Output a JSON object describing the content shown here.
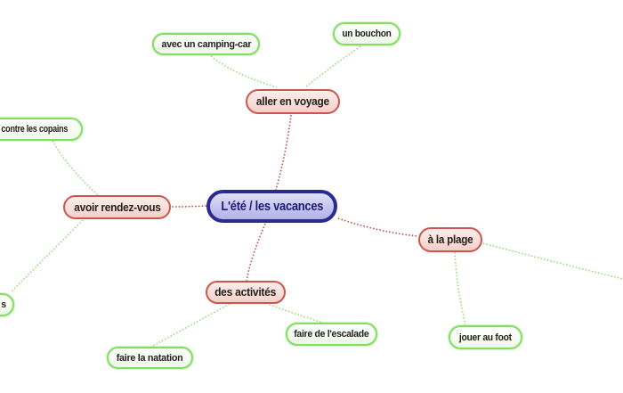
{
  "diagram": {
    "type": "mindmap",
    "background": "#ffffff",
    "palette": {
      "root_border": "#2b2b8d",
      "root_fill": "#c9c9f0",
      "root_text": "#1d1d78",
      "branch_border": "#c9574e",
      "branch_fill": "#f9ded9",
      "leaf_border": "#83dd65",
      "leaf_fill": "#f6fcf2",
      "node_text": "#23201d",
      "edge_red": "#bc4b43",
      "edge_green": "#94db74"
    },
    "nodes": {
      "center": {
        "label": "L'été / les vacances"
      },
      "voyage": {
        "label": "aller en voyage"
      },
      "camping": {
        "label": "avec un camping-car"
      },
      "bouchon": {
        "label": "un bouchon"
      },
      "rendezvous": {
        "label": "avoir rendez-vous"
      },
      "copains": {
        "label": "contre les copains"
      },
      "partial": {
        "label": "s"
      },
      "activites": {
        "label": "des activités"
      },
      "natation": {
        "label": "faire la natation"
      },
      "escalade": {
        "label": "faire de l'escalade"
      },
      "plage": {
        "label": "à la plage"
      },
      "foot": {
        "label": "jouer au foot"
      }
    },
    "edges": [
      {
        "from": "center",
        "to": "aller en voyage",
        "color": "red"
      },
      {
        "from": "center",
        "to": "avoir rendez-vous",
        "color": "red"
      },
      {
        "from": "center",
        "to": "à la plage",
        "color": "red"
      },
      {
        "from": "center",
        "to": "des activités",
        "color": "red"
      },
      {
        "from": "aller en voyage",
        "to": "avec un camping-car",
        "color": "green"
      },
      {
        "from": "aller en voyage",
        "to": "un bouchon",
        "color": "green"
      },
      {
        "from": "avoir rendez-vous",
        "to": "contre les copains",
        "color": "green"
      },
      {
        "from": "avoir rendez-vous",
        "to": "s",
        "color": "green"
      },
      {
        "from": "des activités",
        "to": "faire la natation",
        "color": "green"
      },
      {
        "from": "des activités",
        "to": "faire de l'escalade",
        "color": "green"
      },
      {
        "from": "à la plage",
        "to": "jouer au foot",
        "color": "green"
      },
      {
        "from": "à la plage",
        "to": "offscreen-right",
        "color": "green"
      }
    ]
  }
}
